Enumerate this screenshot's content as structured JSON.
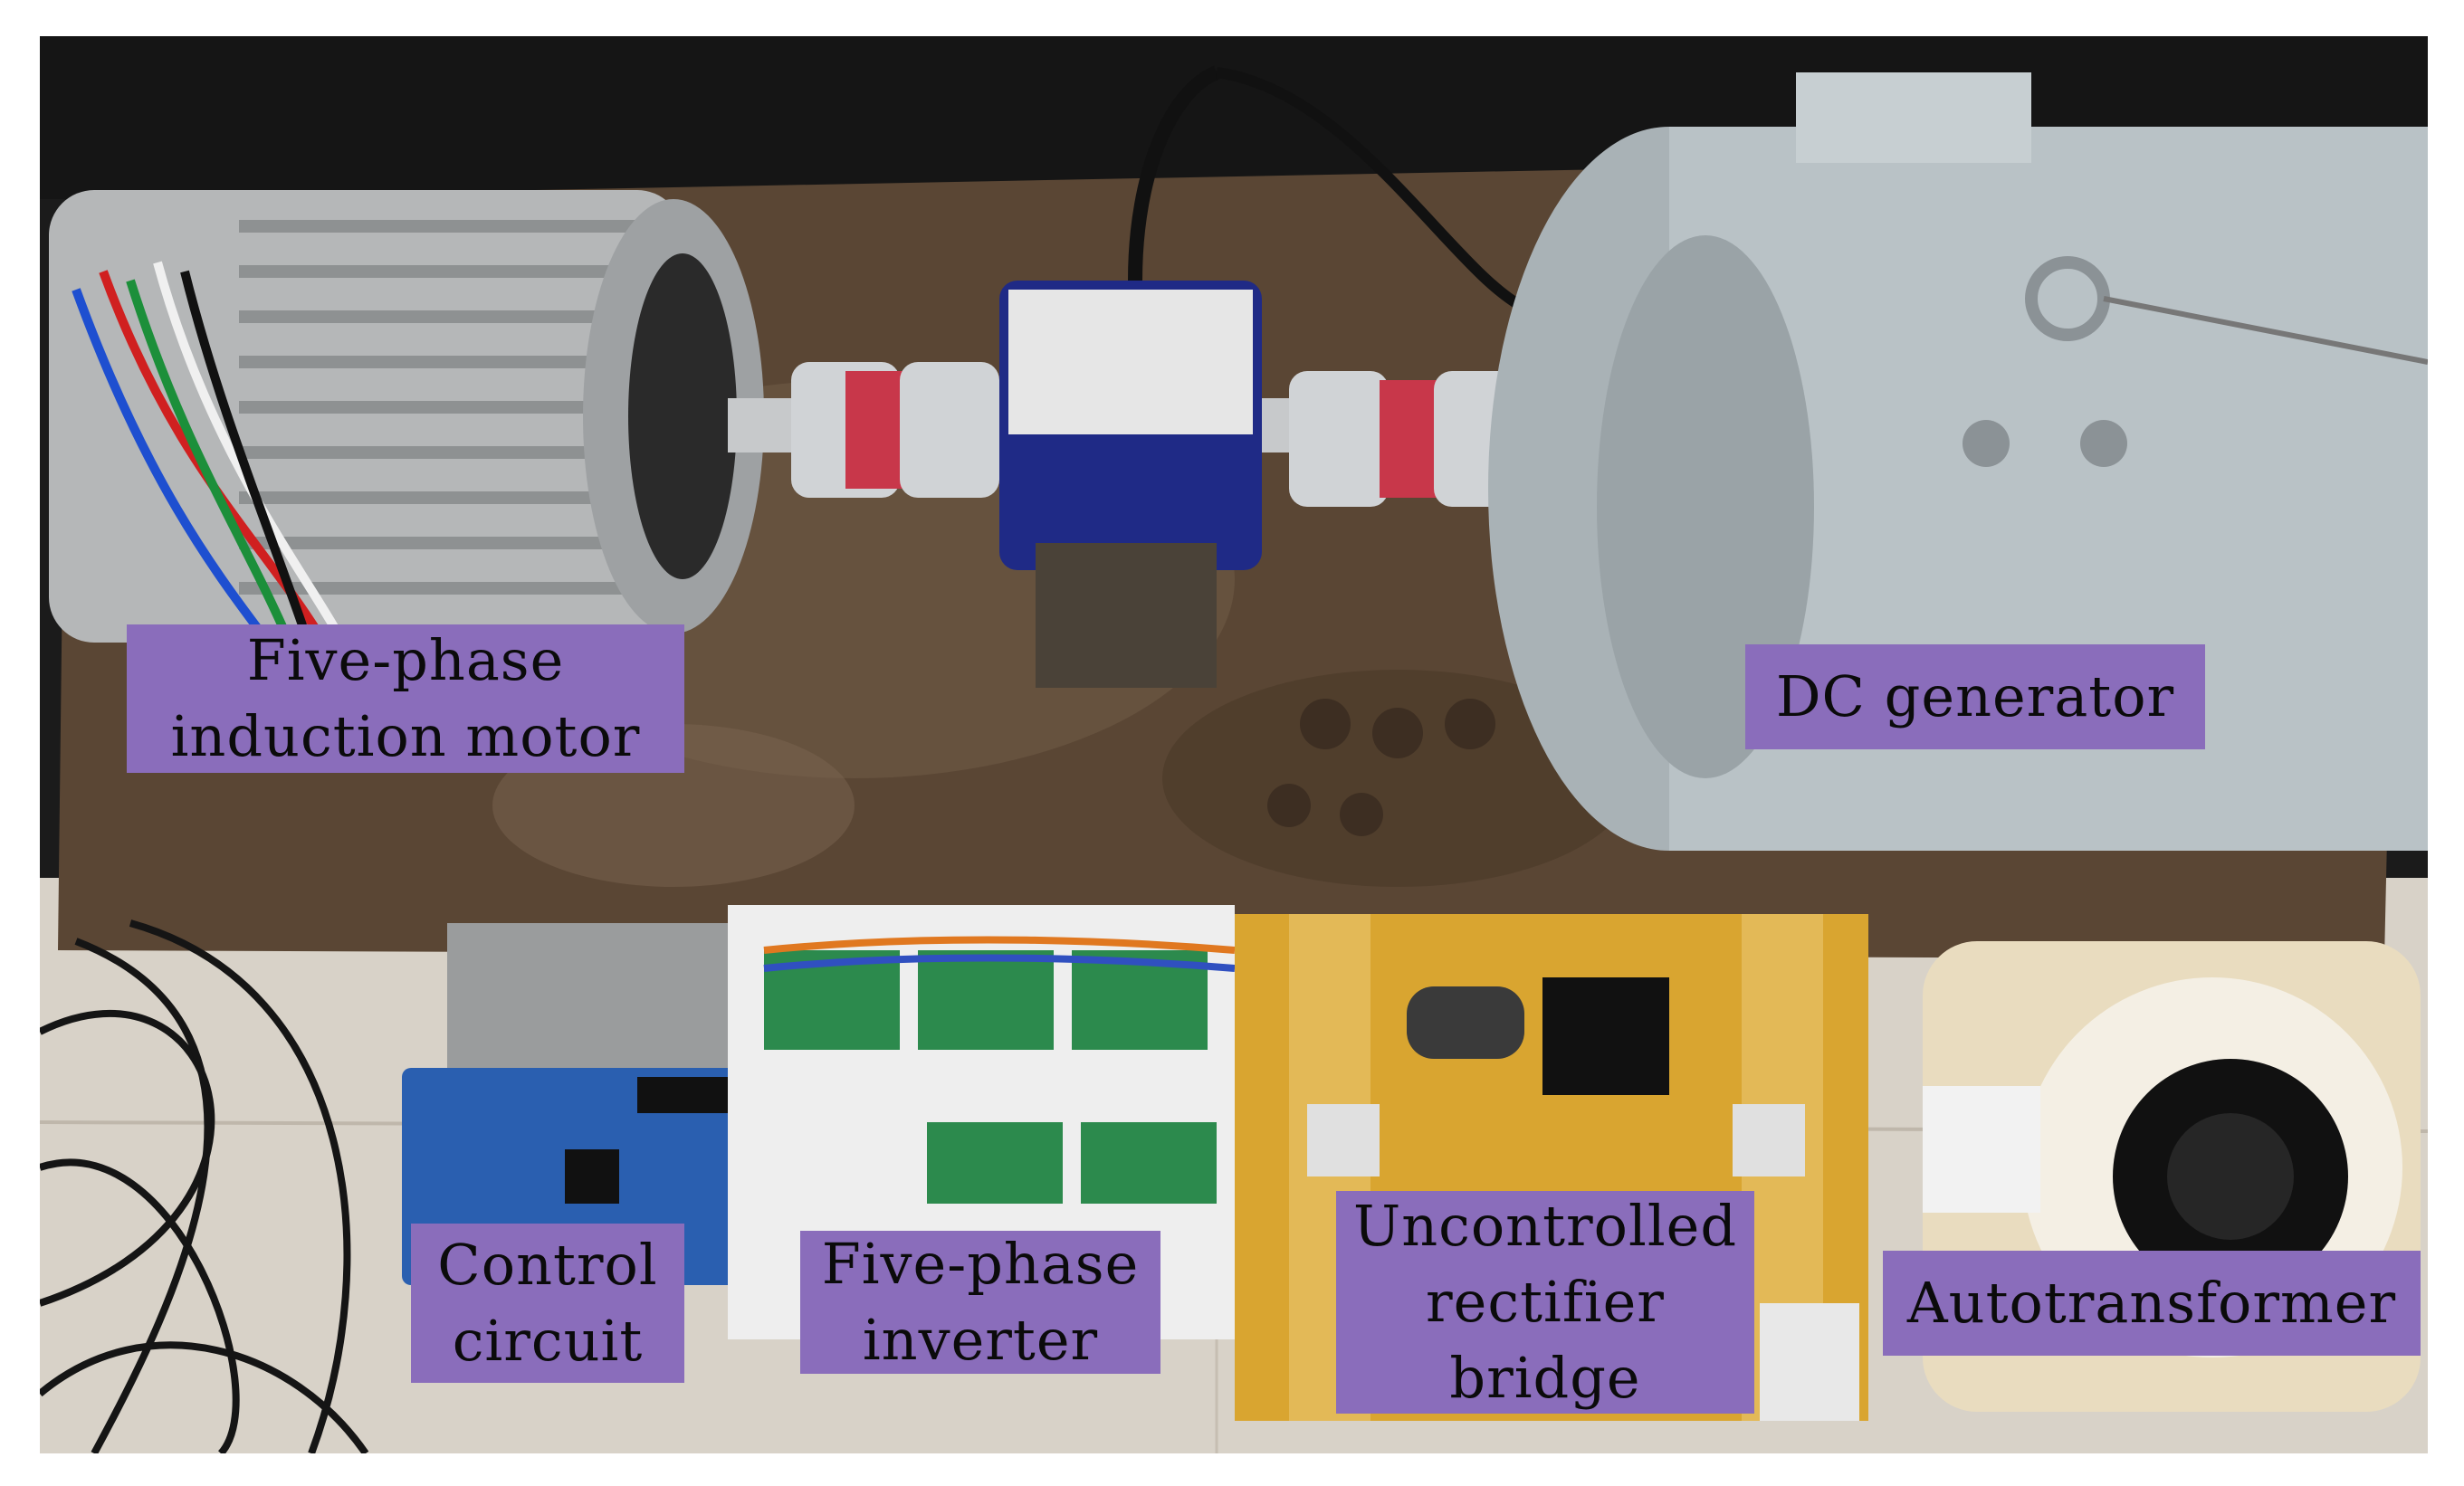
{
  "figure": {
    "labels": {
      "motor_line1": "Five-phase",
      "motor_line2": "induction motor",
      "dc_generator": "DC generator",
      "control_line1": "Control",
      "control_line2": "circuit",
      "inverter_line1": "Five-phase",
      "inverter_line2": "inverter",
      "bridge_line1": "Uncontrolled",
      "bridge_line2": "rectifier",
      "bridge_line3": "bridge",
      "autotransformer": "Autotransformer"
    },
    "colors": {
      "label_background": "#8a6dbb",
      "label_text": "#0b0b0b",
      "baseplate": "#5a4634",
      "dc_generator_body": "#b9c2c6",
      "motor_body": "#b5b7b8",
      "torque_sensor": "#1f2a86",
      "coupling_red": "#c8374a",
      "circuit_board": "#d9a530",
      "control_board": "#2a5fb0"
    }
  }
}
